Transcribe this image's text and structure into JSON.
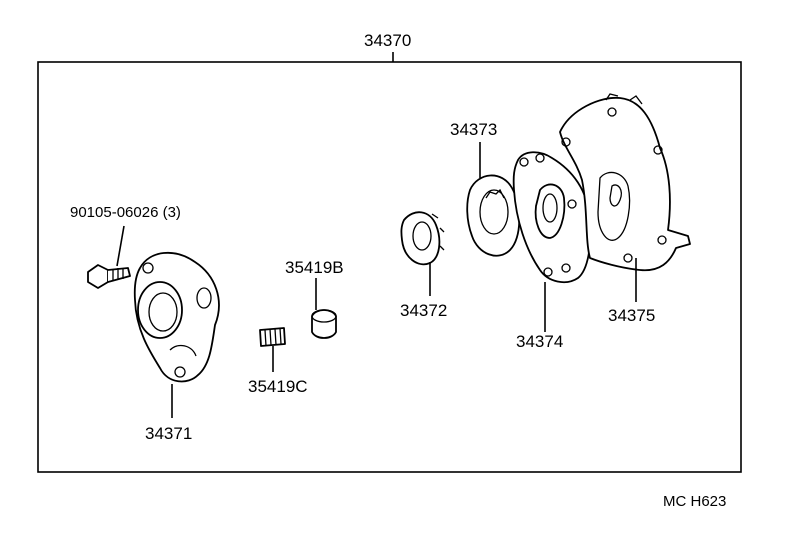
{
  "diagram": {
    "assembly_number": "34370",
    "code": "MC H623",
    "parts": [
      {
        "number": "90105-06026 (3)"
      },
      {
        "number": "34371"
      },
      {
        "number": "35419B"
      },
      {
        "number": "35419C"
      },
      {
        "number": "34372"
      },
      {
        "number": "34373"
      },
      {
        "number": "34374"
      },
      {
        "number": "34375"
      }
    ]
  }
}
